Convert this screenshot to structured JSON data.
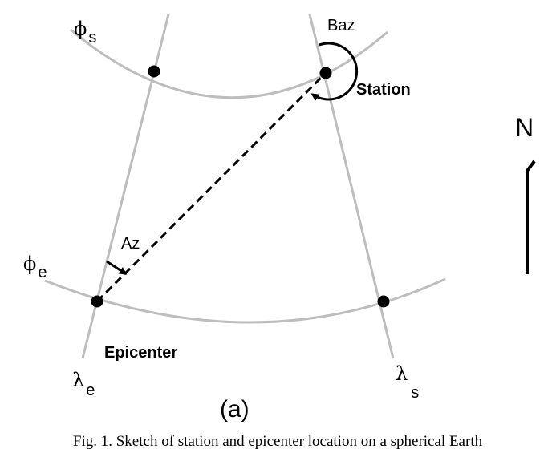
{
  "figure": {
    "panel_label": "(a)",
    "caption": "Fig. 1. Sketch of station and epicenter location on a spherical Earth"
  },
  "labels": {
    "phi_s": {
      "symbol": "ϕ",
      "subscript": "s"
    },
    "phi_e": {
      "symbol": "ϕ",
      "subscript": "e"
    },
    "lambda_e": {
      "symbol": "λ",
      "subscript": "e"
    },
    "lambda_s": {
      "symbol": "λ",
      "subscript": "s"
    },
    "baz": "Baz",
    "az": "Az",
    "station": "Station",
    "epicenter": "Epicenter",
    "north": "N"
  },
  "colors": {
    "grid_lines": "#bdbdbd",
    "ink": "#000000",
    "background": "#ffffff"
  }
}
